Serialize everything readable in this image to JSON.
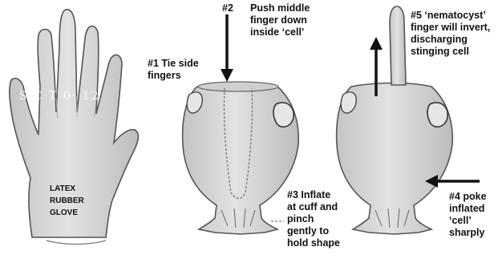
{
  "glove_text": "LATEX\nRUBBER\nGLOVE",
  "watermark": "S·C·T 0· 12",
  "labels": {
    "step1": "#1 Tie side\nfingers",
    "step2_num": "#2",
    "step2": "Push middle\nfinger down\ninside ‘cell’",
    "step3": "#3 Inflate\nat cuff and\npinch\ngently to\nhold shape",
    "step4": "#4 poke\ninflated\n‘cell’\nsharply",
    "step5": "#5 ‘nematocyst’\nfinger will invert,\ndischarging\nstinging cell"
  },
  "colors": {
    "glove_fill": "#d9d9d9",
    "outline": "#555555",
    "ink": "#111111"
  }
}
